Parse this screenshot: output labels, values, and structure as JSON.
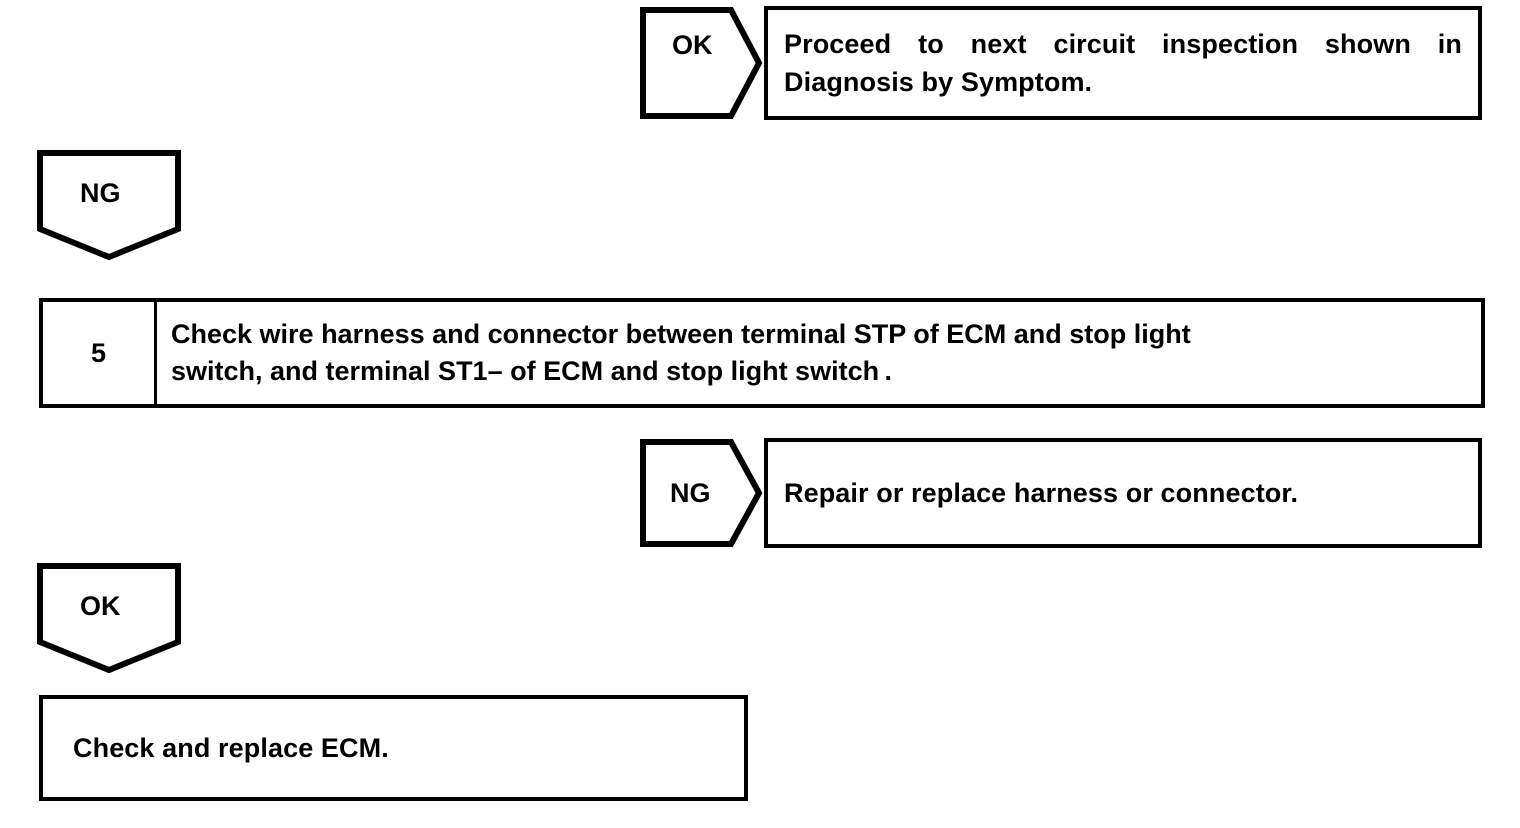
{
  "document": {
    "type": "troubleshooting-flowchart",
    "background_color": "#ffffff",
    "line_color": "#000000"
  },
  "flow": {
    "result_ok_top": "OK",
    "result_ng_left": "NG",
    "result_ng_mid": "NG",
    "result_ok_bottom": "OK",
    "proceed_box": {
      "line1": "Proceed to next circuit inspection shown in",
      "line2": "Diagnosis by Symptom."
    },
    "step": {
      "number": "5",
      "line1": "Check wire harness and connector between terminal STP of ECM and stop light",
      "line2": "switch, and terminal ST1– of ECM and stop light switch ."
    },
    "repair_box": {
      "text": "Repair or replace harness or connector."
    },
    "final_box": {
      "text": "Check and replace ECM."
    }
  }
}
